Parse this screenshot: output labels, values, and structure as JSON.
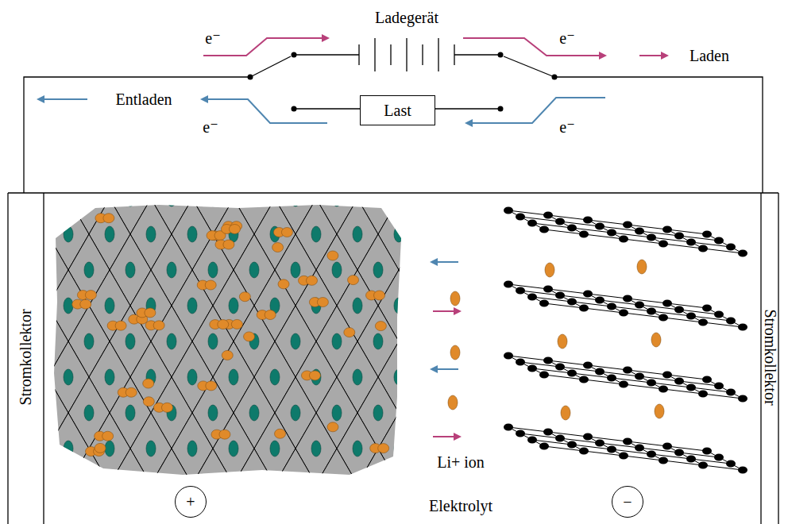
{
  "diagram": {
    "nodes": [
      {
        "text": [
          "Last"
        ]
      },
      {
        "text": [
          "+"
        ]
      },
      {
        "text": [
          "−"
        ]
      }
    ],
    "labels": [
      "Ladegerät",
      "e⁻",
      "e⁻",
      "Laden",
      "Entladen",
      "e⁻",
      "e⁻",
      "Stromkollektor",
      "Stromkollektor",
      "Li+ ion",
      "Elektrolyt"
    ]
  }
}
